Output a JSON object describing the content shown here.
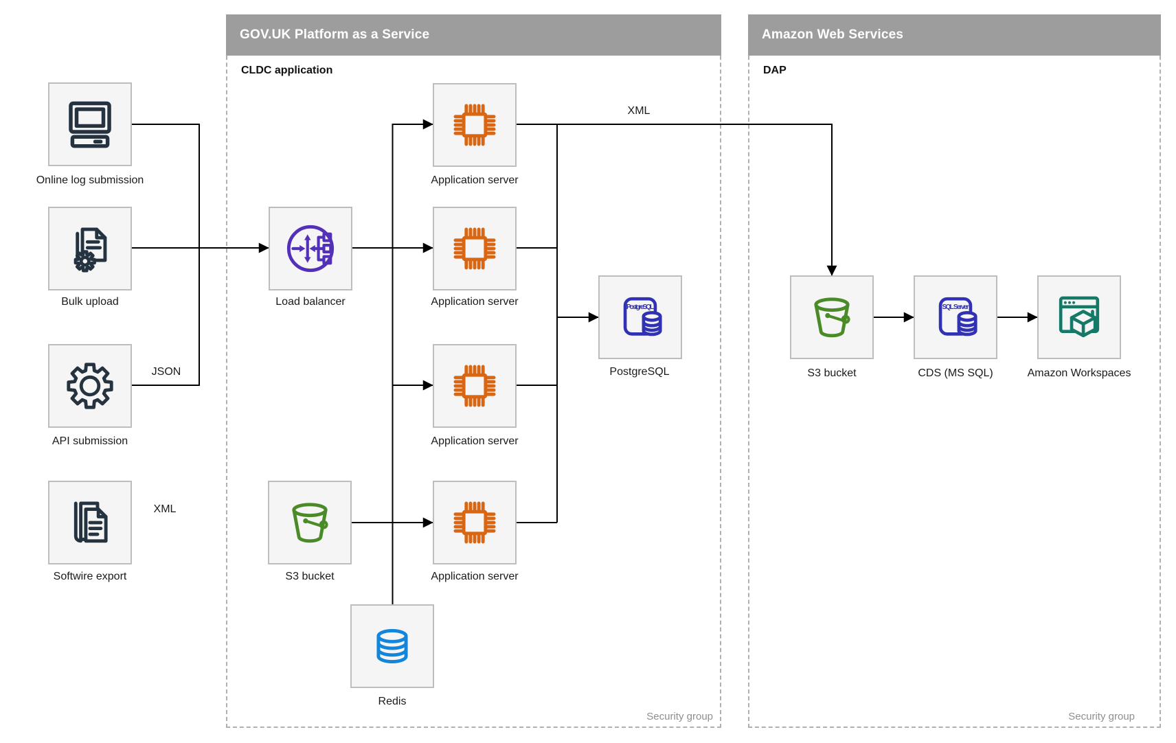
{
  "containers": {
    "paas": {
      "title": "GOV.UK Platform as a Service",
      "sublabel": "CLDC application",
      "footer": "Security group"
    },
    "aws": {
      "title": "Amazon Web Services",
      "sublabel": "DAP",
      "footer": "Security group"
    }
  },
  "nodes": {
    "online_log_submission": {
      "label": "Online log submission"
    },
    "bulk_upload": {
      "label": "Bulk upload"
    },
    "api_submission": {
      "label": "API submission"
    },
    "softwire_export": {
      "label": "Softwire export"
    },
    "load_balancer": {
      "label": "Load balancer"
    },
    "app_server_1": {
      "label": "Application server"
    },
    "app_server_2": {
      "label": "Application server"
    },
    "app_server_3": {
      "label": "Application server"
    },
    "app_server_4": {
      "label": "Application server"
    },
    "postgresql": {
      "label": "PostgreSQL",
      "icon_text": "PostgreSQL"
    },
    "s3_bucket_paas": {
      "label": "S3 bucket"
    },
    "redis": {
      "label": "Redis"
    },
    "s3_bucket_aws": {
      "label": "S3 bucket"
    },
    "cds": {
      "label": "CDS (MS SQL)",
      "icon_text": "SQL Server"
    },
    "amazon_workspaces": {
      "label": "Amazon Workspaces"
    }
  },
  "edge_labels": {
    "json": "JSON",
    "xml_softwire": "XML",
    "xml_app": "XML"
  },
  "colors": {
    "line": "#000000",
    "container_header_bg": "#9d9d9d",
    "container_header_text": "#ffffff",
    "container_border": "#b0b0b0",
    "node_bg": "#f5f5f5",
    "node_border": "#bdbdbd",
    "security_group_text": "#8f8f8f",
    "icon_dark_navy": "#253341",
    "icon_purple": "#5230b8",
    "icon_orange": "#d86613",
    "icon_indigo": "#3131b4",
    "icon_green": "#4a8b28",
    "icon_blue": "#1385db",
    "icon_teal": "#157968"
  }
}
